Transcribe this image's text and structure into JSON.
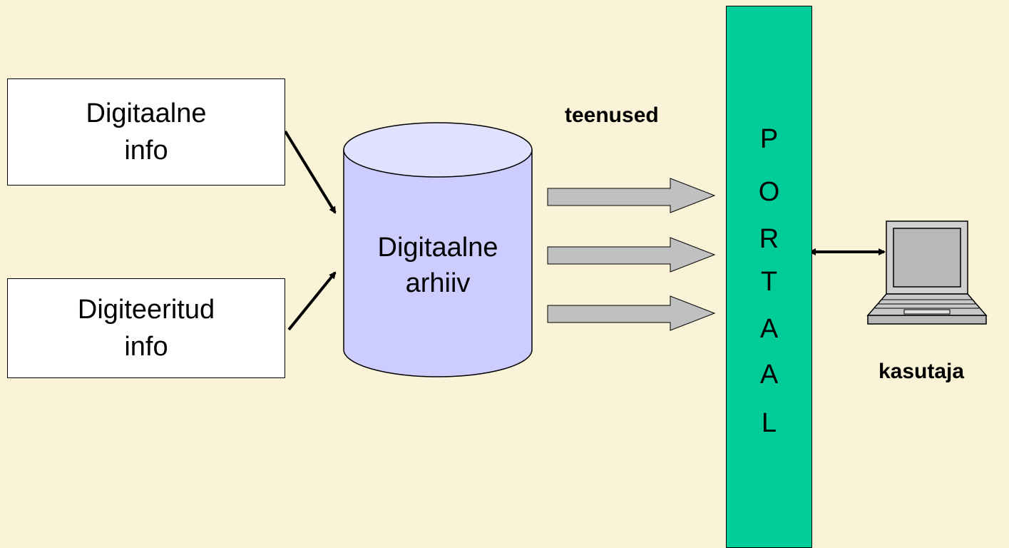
{
  "digital_info": {
    "line1": "Digitaalne",
    "line2": "info"
  },
  "digitized_info": {
    "line1": "Digiteeritud",
    "line2": "info"
  },
  "archive": {
    "line1": "Digitaalne",
    "line2": "arhiiv"
  },
  "services_label": "teenused",
  "portal": {
    "letters": [
      "P",
      "O",
      "R",
      "T",
      "A",
      "A",
      "L"
    ]
  },
  "user_label": "kasutaja",
  "colors": {
    "background": "#FAF3D7",
    "portal": "#00CC99",
    "archive_fill": "#CCCCFF",
    "archive_top": "#E0E0FF",
    "service_arrow": "#C0C0C0"
  },
  "icons": [
    "laptop-icon"
  ]
}
